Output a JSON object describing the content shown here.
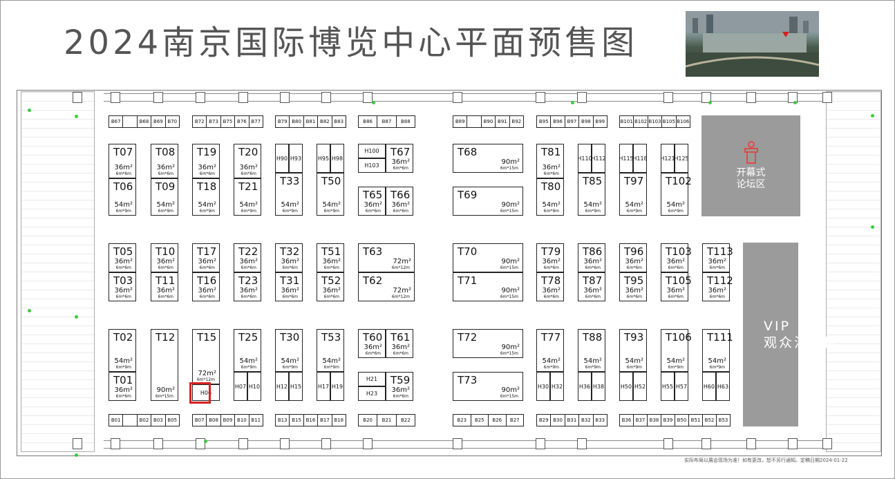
{
  "title": "2024南京国际博览中心平面预售图",
  "notice": "实际布局以展会现场为准！如有更改，恕不另行通知。定稿日期2024-01-22",
  "forum": {
    "label": "开幕式\n论坛区",
    "icon": "podium-icon"
  },
  "vip": {
    "label": "VIP\n观众洽谈区"
  },
  "colors": {
    "booth_border": "#222222",
    "gray_zone": "#9b9b9b",
    "highlight": "#d72020",
    "door": "#3ec93e"
  },
  "top_row": [
    [
      "B67",
      "",
      "B68",
      "B69",
      "B70"
    ],
    [
      "B72",
      "B73",
      "B75",
      "B76",
      "B77"
    ],
    [
      "B79",
      "B80",
      "B81",
      "B82",
      "B83"
    ],
    [
      "B86",
      "B87",
      "B88"
    ],
    [
      "B89",
      "",
      "B90",
      "B91",
      "B92"
    ],
    [
      "B95",
      "B96",
      "B97",
      "B98",
      "B99"
    ],
    [
      "B101",
      "B102",
      "B103",
      "B105",
      "B106"
    ]
  ],
  "bottom_row": [
    [
      "B01",
      "",
      "B02",
      "B03",
      "B05"
    ],
    [
      "B07",
      "B08",
      "B09",
      "B10",
      "B11"
    ],
    [
      "B13",
      "B15",
      "B16",
      "B17",
      "B18"
    ],
    [
      "B20",
      "B21",
      "B22"
    ],
    [
      "B23",
      "B25",
      "B26",
      "B27"
    ],
    [
      "B29",
      "B30",
      "B31",
      "B32",
      "B33"
    ],
    [
      "B36",
      "B37",
      "B38",
      "B39",
      "B50",
      "B51",
      "B52",
      "B53"
    ]
  ],
  "booths": [
    {
      "id": "T07",
      "area": "36m²",
      "dim": "6m*6m"
    },
    {
      "id": "T06",
      "area": "54m²",
      "dim": "6m*9m"
    },
    {
      "id": "T08",
      "area": "36m²",
      "dim": "6m*6m"
    },
    {
      "id": "T09",
      "area": "54m²",
      "dim": "6m*9m"
    },
    {
      "id": "T19",
      "area": "36m²",
      "dim": "6m*6m"
    },
    {
      "id": "T18",
      "area": "54m²",
      "dim": "6m*9m"
    },
    {
      "id": "T20",
      "area": "36m²",
      "dim": "6m*6m"
    },
    {
      "id": "T21",
      "area": "54m²",
      "dim": "6m*9m"
    },
    {
      "id": "T33",
      "area": "54m²",
      "dim": "6m*9m"
    },
    {
      "id": "T50",
      "area": "54m²",
      "dim": "6m*9m"
    },
    {
      "id": "T67",
      "area": "36m²",
      "dim": "6m*6m"
    },
    {
      "id": "T65",
      "area": "36m²",
      "dim": "6m*6m"
    },
    {
      "id": "T66",
      "area": "36m²",
      "dim": "6m*6m"
    },
    {
      "id": "T68",
      "area": "90m²",
      "dim": "6m*15m"
    },
    {
      "id": "T69",
      "area": "90m²",
      "dim": "6m*15m"
    },
    {
      "id": "T81",
      "area": "36m²",
      "dim": "6m*6m"
    },
    {
      "id": "T80",
      "area": "54m²",
      "dim": "6m*9m"
    },
    {
      "id": "T85",
      "area": "54m²",
      "dim": "6m*9m"
    },
    {
      "id": "T97",
      "area": "54m²",
      "dim": "6m*9m"
    },
    {
      "id": "T102",
      "area": "54m²",
      "dim": "6m*9m"
    },
    {
      "id": "T05",
      "area": "36m²",
      "dim": "6m*6m"
    },
    {
      "id": "T03",
      "area": "36m²",
      "dim": "6m*6m"
    },
    {
      "id": "T10",
      "area": "36m²",
      "dim": "6m*6m"
    },
    {
      "id": "T11",
      "area": "36m²",
      "dim": "6m*6m"
    },
    {
      "id": "T17",
      "area": "36m²",
      "dim": "6m*6m"
    },
    {
      "id": "T16",
      "area": "36m²",
      "dim": "6m*6m"
    },
    {
      "id": "T22",
      "area": "36m²",
      "dim": "6m*6m"
    },
    {
      "id": "T23",
      "area": "36m²",
      "dim": "6m*6m"
    },
    {
      "id": "T32",
      "area": "36m²",
      "dim": "6m*6m"
    },
    {
      "id": "T31",
      "area": "36m²",
      "dim": "6m*6m"
    },
    {
      "id": "T51",
      "area": "36m²",
      "dim": "6m*6m"
    },
    {
      "id": "T52",
      "area": "36m²",
      "dim": "6m*6m"
    },
    {
      "id": "T63",
      "area": "72m²",
      "dim": "6m*12m"
    },
    {
      "id": "T62",
      "area": "72m²",
      "dim": "6m*12m"
    },
    {
      "id": "T70",
      "area": "90m²",
      "dim": "6m*15m"
    },
    {
      "id": "T71",
      "area": "90m²",
      "dim": "6m*15m"
    },
    {
      "id": "T79",
      "area": "36m²",
      "dim": "6m*6m"
    },
    {
      "id": "T78",
      "area": "36m²",
      "dim": "6m*6m"
    },
    {
      "id": "T86",
      "area": "36m²",
      "dim": "6m*6m"
    },
    {
      "id": "T87",
      "area": "36m²",
      "dim": "6m*6m"
    },
    {
      "id": "T96",
      "area": "36m²",
      "dim": "6m*6m"
    },
    {
      "id": "T95",
      "area": "36m²",
      "dim": "6m*6m"
    },
    {
      "id": "T103",
      "area": "36m²",
      "dim": "6m*6m"
    },
    {
      "id": "T105",
      "area": "36m²",
      "dim": "6m*6m"
    },
    {
      "id": "T113",
      "area": "36m²",
      "dim": "6m*6m"
    },
    {
      "id": "T112",
      "area": "36m²",
      "dim": "6m*6m"
    },
    {
      "id": "T02",
      "area": "54m²",
      "dim": "6m*9m"
    },
    {
      "id": "T01",
      "area": "36m²",
      "dim": "6m*6m"
    },
    {
      "id": "T12",
      "area": "90m²",
      "dim": "6m*15m"
    },
    {
      "id": "T15",
      "area": "72m²",
      "dim": "6m*12m"
    },
    {
      "id": "T25",
      "area": "54m²",
      "dim": "6m*9m"
    },
    {
      "id": "T30",
      "area": "54m²",
      "dim": "6m*9m"
    },
    {
      "id": "T53",
      "area": "54m²",
      "dim": "6m*9m"
    },
    {
      "id": "T60",
      "area": "36m²",
      "dim": "6m*6m"
    },
    {
      "id": "T61",
      "area": "36m²",
      "dim": "6m*6m"
    },
    {
      "id": "T59",
      "area": "36m²",
      "dim": "6m*6m"
    },
    {
      "id": "T72",
      "area": "90m²",
      "dim": "6m*15m"
    },
    {
      "id": "T73",
      "area": "90m²",
      "dim": "6m*15m"
    },
    {
      "id": "T77",
      "area": "54m²",
      "dim": "6m*9m"
    },
    {
      "id": "T88",
      "area": "54m²",
      "dim": "6m*9m"
    },
    {
      "id": "T93",
      "area": "54m²",
      "dim": "6m*9m"
    },
    {
      "id": "T106",
      "area": "54m²",
      "dim": "6m*9m"
    },
    {
      "id": "T111",
      "area": "54m²",
      "dim": "6m*9m"
    }
  ],
  "hbooths": [
    "H90",
    "H93",
    "H95",
    "H98",
    "H100",
    "H103",
    "H110",
    "H112",
    "H115",
    "H118",
    "H121",
    "H125",
    "H06",
    "H07",
    "H10",
    "H12",
    "H15",
    "H17",
    "H19",
    "H21",
    "H23",
    "H30",
    "H32",
    "H36",
    "H38",
    "H50",
    "H52",
    "H55",
    "H57",
    "H60",
    "H63"
  ]
}
